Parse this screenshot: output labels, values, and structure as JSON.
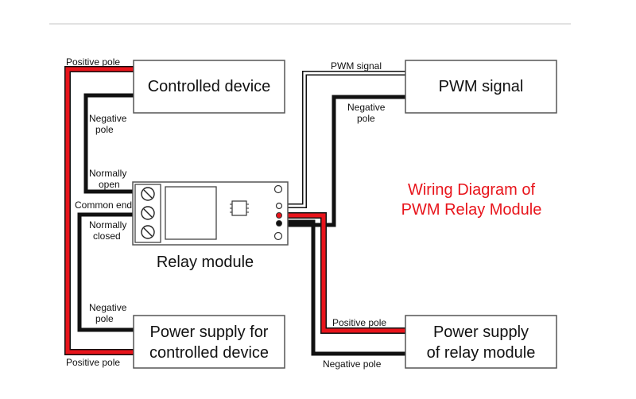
{
  "boxes": {
    "controlled_device": "Controlled device",
    "pwm_signal": "PWM signal",
    "power_controlled": [
      "Power supply for",
      "controlled device"
    ],
    "power_relay": [
      "Power supply",
      "of relay module"
    ]
  },
  "module": {
    "label": "Relay module"
  },
  "labels": {
    "positive_pole_top": "Positive pole",
    "negative_pole_top": [
      "Negative",
      "pole"
    ],
    "normally_open": [
      "Normally",
      "open"
    ],
    "common_end": "Common end",
    "normally_closed": [
      "Normally",
      "closed"
    ],
    "negative_pole_bottom": [
      "Negative",
      "pole"
    ],
    "positive_pole_bottom": "Positive pole",
    "pwm_signal_wire": "PWM signal",
    "negative_pole_pwm": [
      "Negative",
      "pole"
    ],
    "positive_pole_relay": "Positive pole",
    "negative_pole_relay": "Negative pole"
  },
  "title": [
    "Wiring Diagram of",
    "PWM Relay Module"
  ],
  "colors": {
    "wire_positive": "#e8141b",
    "wire_negative": "#111111",
    "wire_signal": "#ffffff",
    "title": "#e8141b"
  }
}
